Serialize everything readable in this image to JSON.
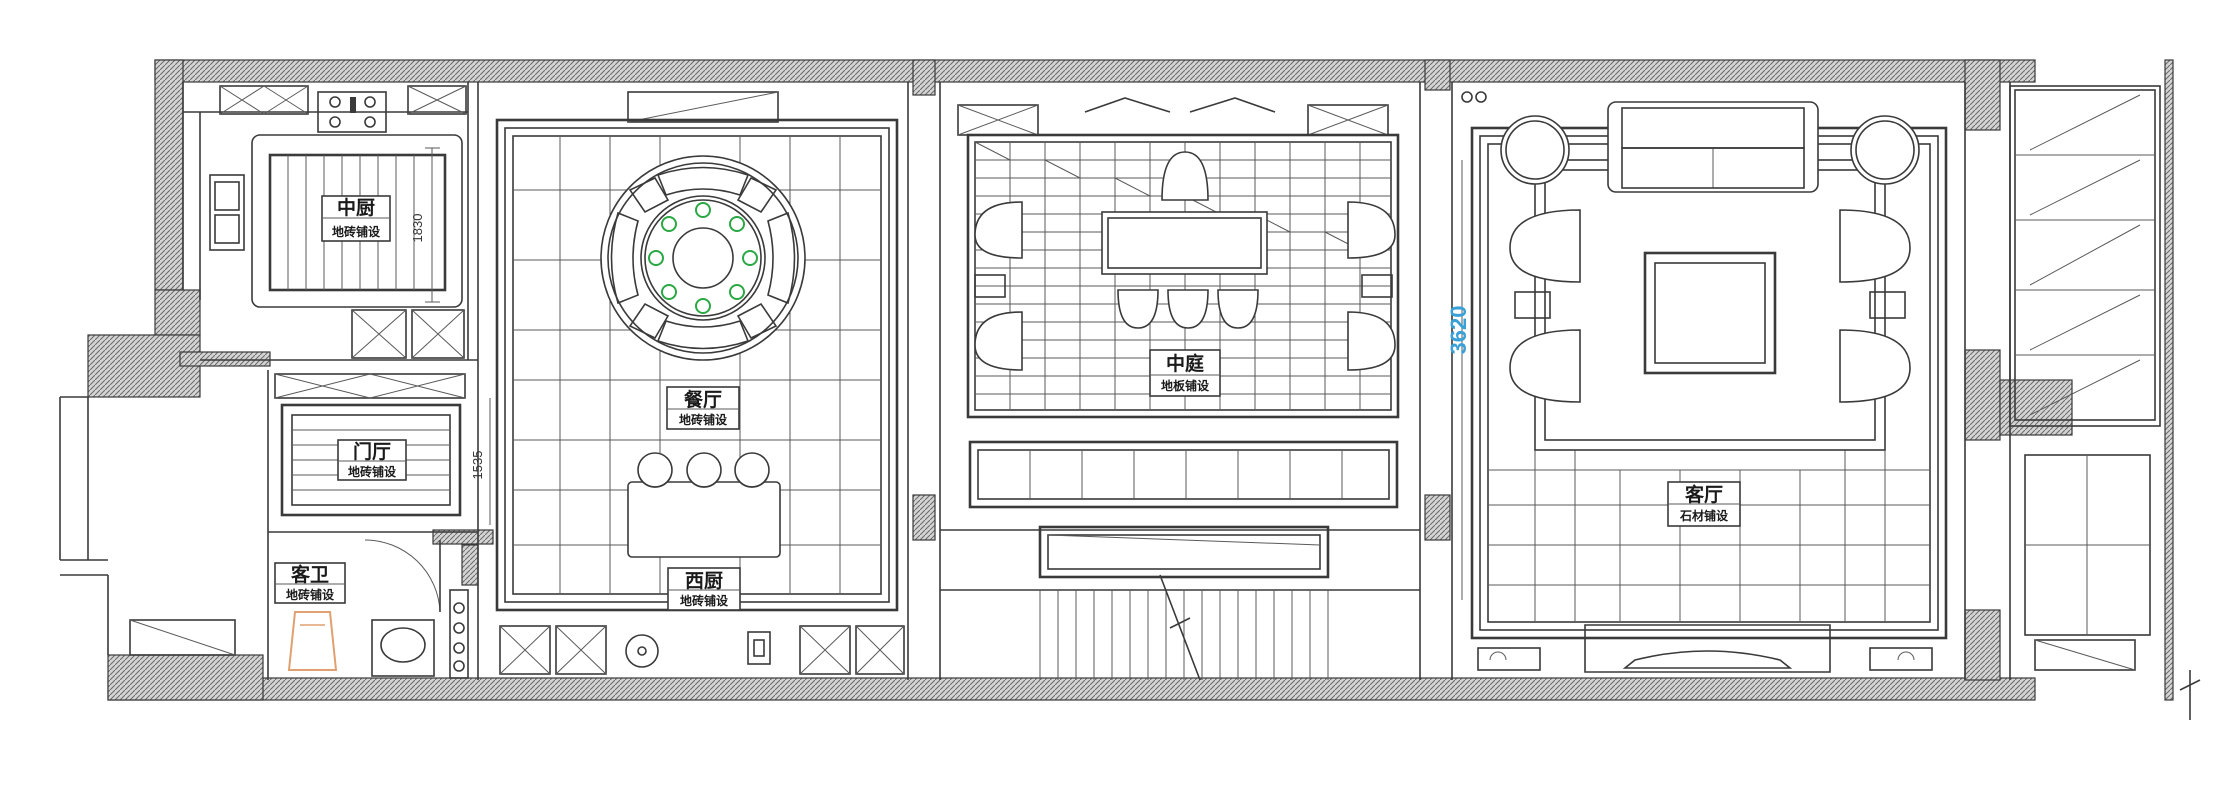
{
  "rooms": {
    "kitchen": {
      "name": "中厨",
      "floor": "地砖铺设"
    },
    "foyer": {
      "name": "门厅",
      "floor": "地砖铺设"
    },
    "guest_bath": {
      "name": "客卫",
      "floor": "地砖铺设"
    },
    "dining": {
      "name": "餐厅",
      "floor": "地砖铺设"
    },
    "western_kitchen": {
      "name": "西厨",
      "floor": "地砖铺设"
    },
    "courtyard": {
      "name": "中庭",
      "floor": "地板铺设"
    },
    "living": {
      "name": "客厅",
      "floor": "石材铺设"
    }
  },
  "dimensions": {
    "kitchen_height": "1830",
    "foyer_height": "1535",
    "living_height": "3620"
  },
  "colors": {
    "line": "#3a3a3a",
    "plant_green": "#2aa844",
    "dimension_blue": "#3aa0d8",
    "toilet_orange": "#e0a070"
  }
}
